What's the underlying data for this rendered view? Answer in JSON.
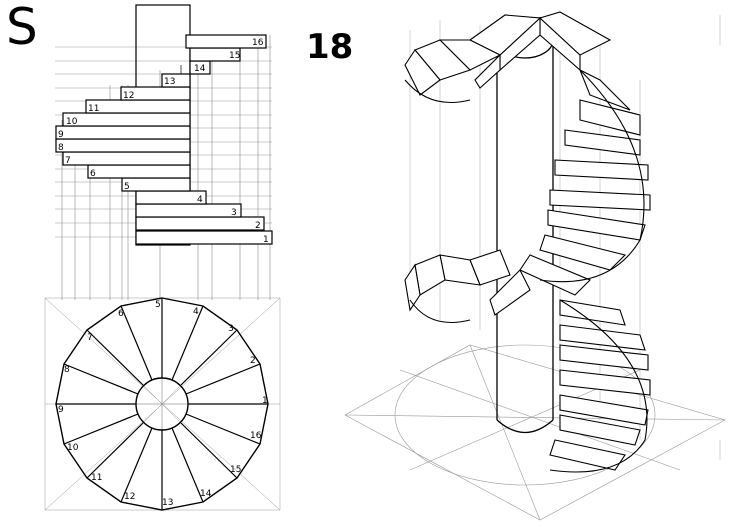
{
  "header": {
    "letter": "S",
    "sheet_number": "18"
  },
  "elevation": {
    "step_labels": [
      "1",
      "2",
      "3",
      "4",
      "5",
      "6",
      "7",
      "8",
      "9",
      "10",
      "11",
      "12",
      "13",
      "14",
      "15",
      "16"
    ]
  },
  "plan": {
    "step_labels": [
      "1",
      "2",
      "3",
      "4",
      "5",
      "6",
      "7",
      "8",
      "9",
      "10",
      "11",
      "12",
      "13",
      "14",
      "15",
      "16"
    ]
  }
}
